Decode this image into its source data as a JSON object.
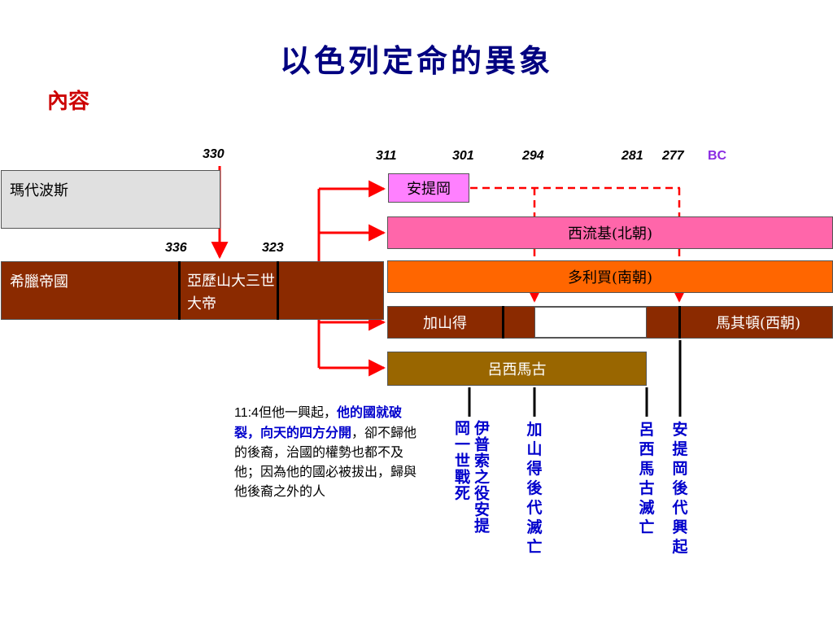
{
  "title": "以色列定命的異象",
  "subtitle": "內容",
  "years": {
    "y330": "330",
    "y336": "336",
    "y323": "323",
    "y311": "311",
    "y301": "301",
    "y294": "294",
    "y281": "281",
    "y277": "277",
    "bc": "BC"
  },
  "empires": {
    "medo_persia": "瑪代波斯",
    "greece": "希臘帝國",
    "alexander": "亞歷山大三世大帝",
    "antigonus": "安提岡",
    "seleucus": "西流基(北朝)",
    "ptolemy": "多利買(南朝)",
    "cassander": "加山得",
    "macedonia": "馬其頓(西朝)",
    "lysimachus": "呂西馬古"
  },
  "events": {
    "ipsus": "伊普索之役安提岡一世戰死",
    "cassander_end": "加山得後代滅亡",
    "lysimachus_end": "呂西馬古滅亡",
    "antigonid_rise": "安提岡後代興起"
  },
  "quote": {
    "ref": "11:4",
    "part1": "但他一興起，",
    "emphasis": "他的國就破裂，向天的四方分開",
    "part2": "，卻不歸他的後裔，治國的權勢也都不及他；因為他的國必被拔出，歸與他後裔之外的人"
  },
  "colors": {
    "title": "#000080",
    "subtitle": "#cc0000",
    "persia": "#e0e0e0",
    "greece": "#8b2a00",
    "antigonus": "#ff80ff",
    "seleucus": "#ff66aa",
    "ptolemy": "#ff6600",
    "lysimachus": "#996600",
    "arrows": "#ff0000",
    "event_text": "#0000cc"
  }
}
